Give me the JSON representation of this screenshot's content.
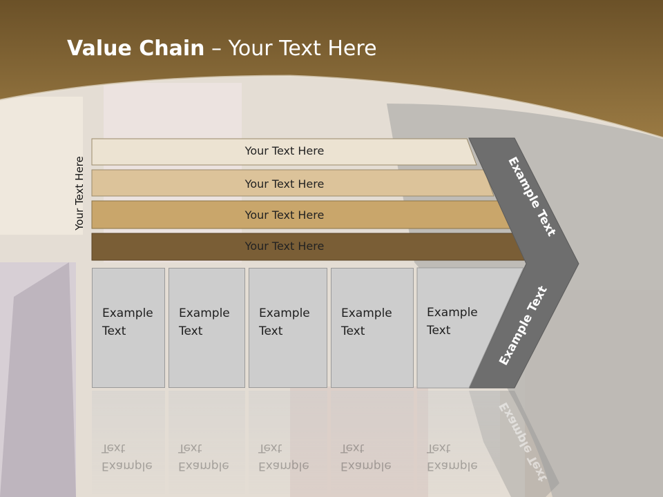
{
  "slide": {
    "title_bold": "Value Chain",
    "title_rest": " – Your Text Here",
    "vertical_label": "Your Text Here"
  },
  "rows": [
    {
      "label": "Your Text Here",
      "color": "#ece3d2"
    },
    {
      "label": "Your Text Here",
      "color": "#dcc39a"
    },
    {
      "label": "Your Text Here",
      "color": "#c9a66b"
    },
    {
      "label": "Your Text Here",
      "color": "#7a5e36"
    }
  ],
  "cells": [
    {
      "line1": "Example",
      "line2": "Text"
    },
    {
      "line1": "Example",
      "line2": "Text"
    },
    {
      "line1": "Example",
      "line2": "Text"
    },
    {
      "line1": "Example",
      "line2": "Text"
    },
    {
      "line1": "Example",
      "line2": "Text"
    }
  ],
  "chevron": {
    "upper_text": "Example Text",
    "lower_text": "Example Text",
    "color": "#6e6e6e"
  },
  "theme": {
    "header_brown": "#8a6a36",
    "gray_panel": "#b9b6b1"
  }
}
